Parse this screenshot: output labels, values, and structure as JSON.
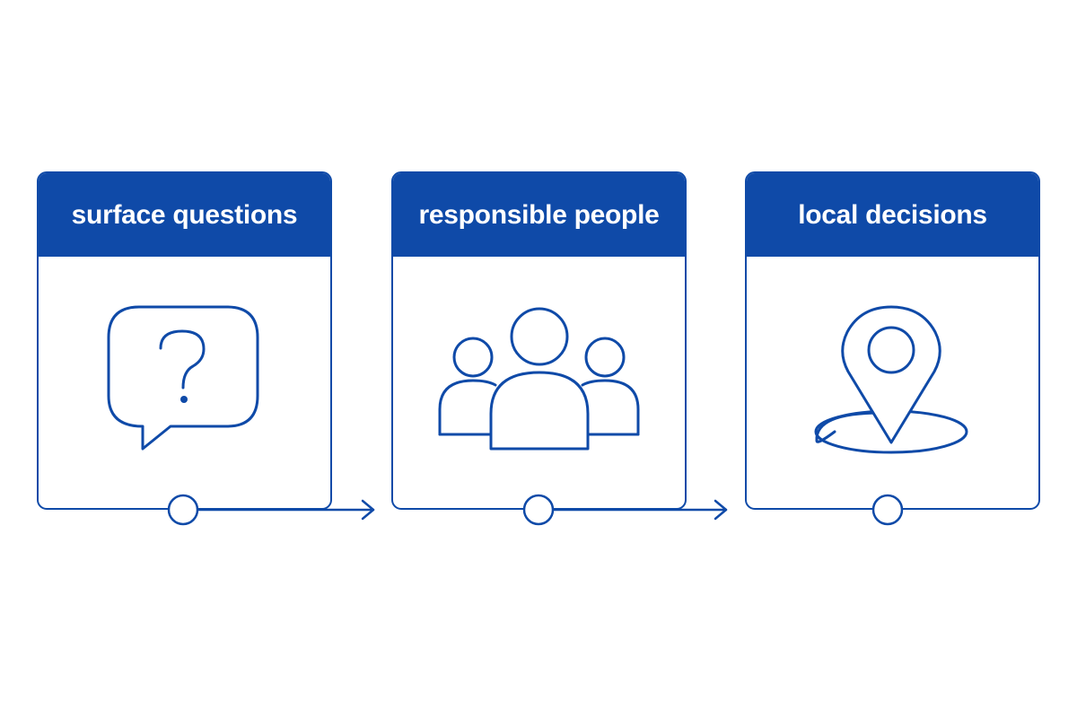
{
  "colors": {
    "primary": "#0f4aa8",
    "background": "#ffffff",
    "header_text": "#ffffff"
  },
  "steps": [
    {
      "label": "surface questions",
      "icon": "speech-bubble-question-icon"
    },
    {
      "label": "responsible people",
      "icon": "people-group-icon"
    },
    {
      "label": "local decisions",
      "icon": "location-pin-icon"
    }
  ]
}
